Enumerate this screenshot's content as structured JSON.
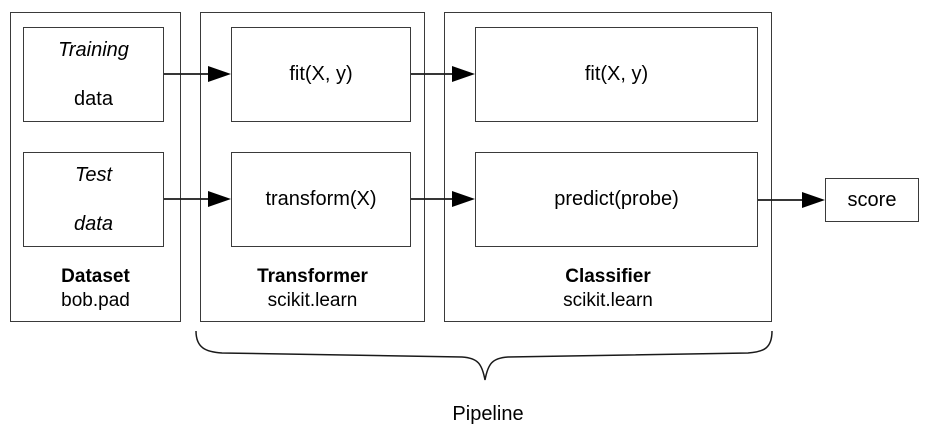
{
  "diagram": {
    "title_caption": "Pipeline",
    "groups": [
      {
        "id": "dataset",
        "title": "Dataset",
        "subtitle": "bob.pad",
        "nodes": [
          {
            "id": "training-data",
            "line1": "Training",
            "line2": "data",
            "line1_italic": true,
            "line2_italic": false
          },
          {
            "id": "test-data",
            "line1": "Test",
            "line2": "data",
            "line1_italic": true,
            "line2_italic": true
          }
        ]
      },
      {
        "id": "transformer",
        "title": "Transformer",
        "subtitle": "scikit.learn",
        "nodes": [
          {
            "id": "transformer-fit",
            "label": "fit(X, y)"
          },
          {
            "id": "transformer-transform",
            "label": "transform(X)"
          }
        ]
      },
      {
        "id": "classifier",
        "title": "Classifier",
        "subtitle": "scikit.learn",
        "nodes": [
          {
            "id": "classifier-fit",
            "label": "fit(X, y)"
          },
          {
            "id": "classifier-predict",
            "label": "predict(probe)"
          }
        ]
      }
    ],
    "output": {
      "id": "score",
      "label": "score"
    },
    "edges": [
      {
        "from": "training-data",
        "to": "transformer-fit"
      },
      {
        "from": "test-data",
        "to": "transformer-transform"
      },
      {
        "from": "transformer-fit",
        "to": "classifier-fit"
      },
      {
        "from": "transformer-transform",
        "to": "classifier-predict"
      },
      {
        "from": "classifier-predict",
        "to": "score"
      }
    ],
    "brace": {
      "label": "Pipeline",
      "spans": [
        "transformer",
        "classifier"
      ]
    },
    "colors": {
      "stroke": "#3a3a3a",
      "line": "#1a1a1a",
      "background": "#ffffff",
      "text": "#000000"
    }
  }
}
